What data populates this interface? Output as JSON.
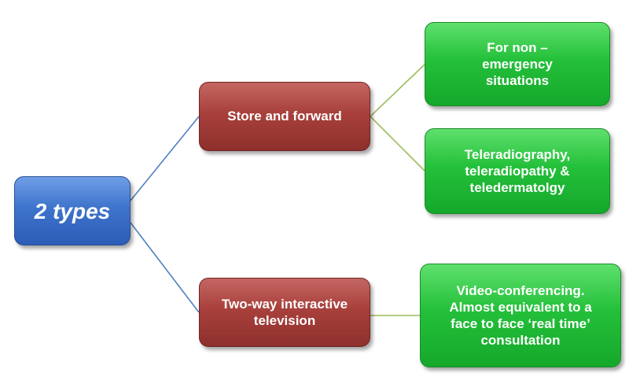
{
  "diagram": {
    "root": {
      "label": "2 types"
    },
    "branches": [
      {
        "label": "Store and forward",
        "children": [
          {
            "label": "For non –\nemergency\nsituations"
          },
          {
            "label": "Teleradiography,\nteleradiopathy &\nteledermatolgy"
          }
        ]
      },
      {
        "label": "Two-way interactive\ntelevision",
        "children": [
          {
            "label": "Video-conferencing.\nAlmost equivalent to a\nface to face ‘real time’\nconsultation"
          }
        ]
      }
    ]
  },
  "colors": {
    "root_fill": "#3f74cc",
    "branch_fill": "#a8403c",
    "leaf_fill": "#24c03a",
    "root_connector": "#4f7fc4",
    "leaf_connector": "#9dbb5a"
  }
}
